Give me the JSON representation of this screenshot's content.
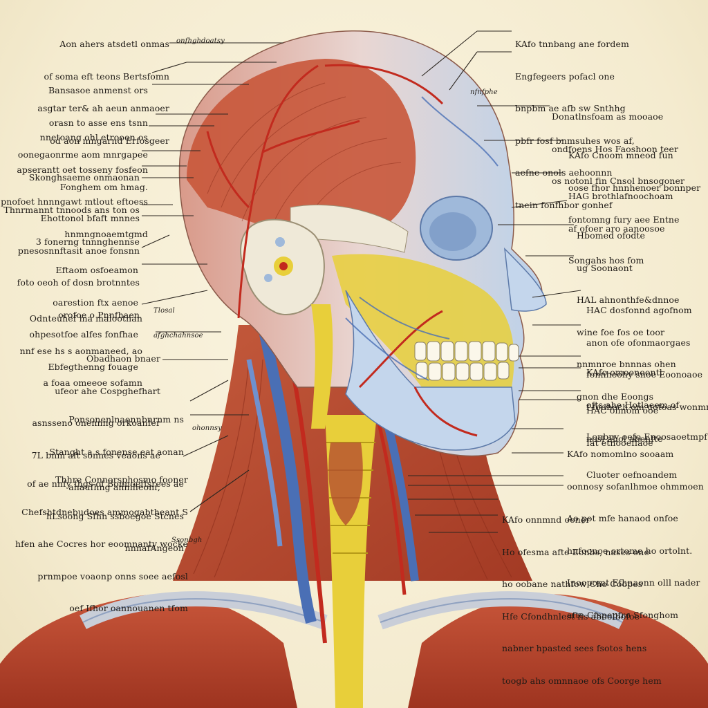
{
  "palette": {
    "background": "#f6efd8",
    "muscle": "#b8432a",
    "muscle_light": "#d9735a",
    "artery": "#c22a1e",
    "vein": "#4a6fb5",
    "nerve": "#e8cf3a",
    "bone": "#efe9d8",
    "skull_blue": "#b8cfe6",
    "ink": "#1e1a16"
  },
  "labels_left": [
    {
      "lines": [
        "Aon ahers atsdetl onmas",
        "of soma eft teons Bertsfomn",
        "asgtar ter& ah aeun anmaoer",
        "od aon mngarnd Erfosgeer"
      ]
    },
    {
      "lines": [
        "Bansasoe anmenst ors",
        "orasn to asse ens tsnn",
        "oonegaonrme aom mnrgapee",
        "Fonghem om hmag."
      ]
    },
    {
      "lines": [
        "nnetoang ohl etrooon os",
        "apserantt oet tosseny fosfeon",
        "pnofoet hnnngawt mtlout eftoess",
        "hnmngnoaemtgmd"
      ]
    },
    {
      "lines": [
        "Skonghsaeme onmaonan",
        "Thnrmannt tnnoods ans ton os",
        "3 fonerng tnnnghennse"
      ]
    },
    {
      "lines": [
        "Ehottonol bfaft mnnes",
        "pnesosnnftasit anoe fonsnn",
        "foto oeoh of dosn brotnntes",
        "orofoe o Pnnfhaen"
      ]
    },
    {
      "lines": [
        "Eftaom osfoeamon",
        "oarestion ftx aenoe",
        "ohpesotfoe alfes fonfhae",
        "Ebfegthenng fouage"
      ]
    },
    {
      "lines": [
        "Odnteuhef ma malootnan",
        "nnf ese hs s aonmaneed, ao",
        "a foaa omeeoe sofamn"
      ]
    },
    {
      "lines": [
        "Obadhaon bnaer",
        "ufeor ahe Cospghefhart",
        "asnsseno onennng orkoanfer",
        "7L bnm aft sonnes veaons ae",
        "ahaufhng anniheonr,"
      ]
    },
    {
      "lines": [
        "Ponsonenlnaonnbnrnm ns",
        "Stanght a s fonense eat aonan",
        "of ae nnfy fhgs of Bonnoeffsrees ae",
        "hLsoong Sfhn ssboegoe Stcnes",
        "nnnafAngeon"
      ]
    },
    {
      "lines": [
        "Thhre Connorsphosmo fooner",
        "Chefshtdnebudoes ammogabtheant S",
        "hfen ahe Cocres hor eoomnanty wocke",
        "prnmpoe voaonp onns soee aefosl",
        "oef Ifhor oannouanen tfom"
      ]
    }
  ],
  "labels_right": [
    {
      "lines": [
        "KAfo tnnbang ane fordem",
        "Engfegeers pofacl one",
        "bnpbm ae afb sw Snthhg",
        "pbfr fosf bnmsuhes wos af,",
        "aefne onols aehoonnn",
        "tnein fonfhbor gonhef"
      ]
    },
    {
      "lines": [
        "Donatlnsfoam as mooaoe",
        "ondfoens Hos Faoshoon teer",
        "os notonl fin Cnsol bnsogoner"
      ]
    },
    {
      "lines": [
        "KAfo Cnoom mneod fun",
        "oose fhor hnnhenoer bonnper",
        "fontomng fury aee Entne"
      ]
    },
    {
      "lines": [
        "HAG brothlafnoochoam",
        "af ofoer aro aanoosoe",
        "Songahs hos fom"
      ]
    },
    {
      "lines": [
        "Hbomed ofodte",
        "ug Soonaont",
        "HAL ahnonthfe&dnnoe",
        "wine foe fos oe toor",
        "nnmnroe bnnnas ohen",
        "gnon dhe Eoongs"
      ]
    },
    {
      "lines": [
        "HAC dosfonnd agofnom",
        "anon ofe ofonmaorgaes",
        "fonnheohy snoe Eoonoaoe",
        "f fodboch om uotoas wonmn",
        "nosl ahol abenfte"
      ]
    },
    {
      "lines": [
        "KAfo omoonoontl",
        "ofts ahe Hotlaeem of",
        "Lonbny oefo Enoosaoetmpf"
      ]
    },
    {
      "lines": [
        "HAC ohnom ooe",
        "Iat etnooeflaoe",
        "Cluoter oefnoandem"
      ]
    },
    {
      "lines": [
        "KAfo nomomlno sooaam",
        "oonnosy sofanlhmoe ohmmoen",
        "Ao pot mfe hanaod onfoe",
        "hnfoonoe ortome ho ortolnt.",
        "Inoopomt Efhnaonn olll nader",
        "afte Cfspepfro Sfonghom"
      ]
    },
    {
      "lines": [
        "KAfo onnmnd ooner",
        "Ho ofesma afte Eonbs, nases one",
        "ho oobane nathfow Cho Coopes",
        "Hfe Cfondhnlest fis aboolbofoe",
        "nabner hpasted sees fsotos hens",
        "toogb ahs omnnaoe ofs Coorge hem"
      ]
    }
  ],
  "small_labels": [
    {
      "lines": [
        "onfhghdoatsy"
      ]
    },
    {
      "lines": [
        "nfnfphe"
      ]
    },
    {
      "lines": [
        "Tlosal",
        "afghchahnsoe"
      ]
    },
    {
      "lines": [
        "ohonnsy"
      ]
    },
    {
      "lines": [
        "Ssonbgh"
      ]
    }
  ]
}
